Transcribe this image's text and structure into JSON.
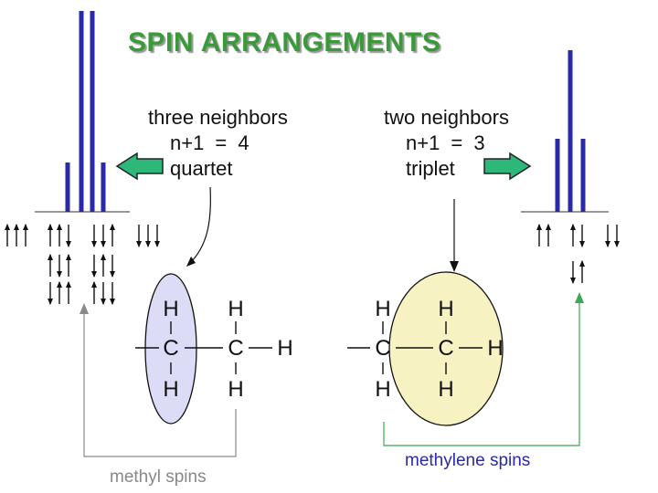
{
  "title": "SPIN ARRANGEMENTS",
  "left_panel": {
    "neighbors": "three neighbors",
    "rule": "n+1 = 4",
    "multiplicity": "quartet"
  },
  "right_panel": {
    "neighbors": "two neighbors",
    "rule": "n+1 = 3",
    "multiplicity": "triplet"
  },
  "atoms": {
    "h": "H",
    "c": "C"
  },
  "captions": {
    "methyl": "methyl spins",
    "methylene": "methylene spins"
  },
  "colors": {
    "title": "#3a9a3a",
    "peaks": "#2a2aa8",
    "arrow_fill": "#2db87a",
    "methyl_ellipse": "#dcdcf7",
    "methylene_ellipse": "#f7f2c2",
    "methyl_caption": "#888888",
    "methylene_caption": "#2a2aa8"
  }
}
